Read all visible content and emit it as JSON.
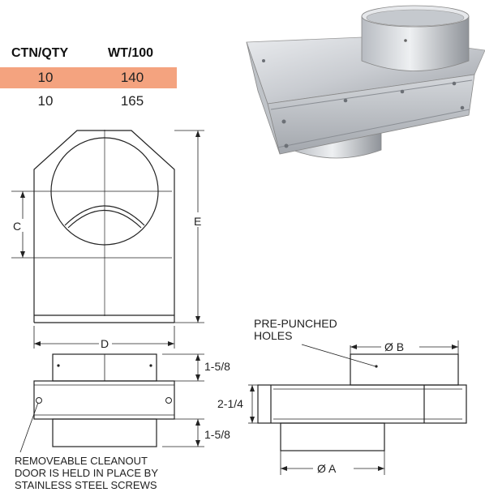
{
  "spec_table": {
    "headers": [
      "CTN/QTY",
      "WT/100"
    ],
    "rows": [
      [
        "10",
        "140"
      ],
      [
        "10",
        "165"
      ]
    ],
    "highlight_color": "#f4a37f"
  },
  "dimensions": {
    "A": "Ø A",
    "B": "Ø B",
    "C": "C",
    "D": "D",
    "E": "E",
    "top_collar": "1-5/8",
    "body_height": "2-1/4",
    "bottom_collar": "1-5/8"
  },
  "notes": {
    "holes_line1": "PRE-PUNCHED",
    "holes_line2": "HOLES",
    "door_line1": "REMOVEABLE CLEANOUT",
    "door_line2": "DOOR IS HELD IN PLACE BY",
    "door_line3": "STAINLESS STEEL SCREWS"
  }
}
